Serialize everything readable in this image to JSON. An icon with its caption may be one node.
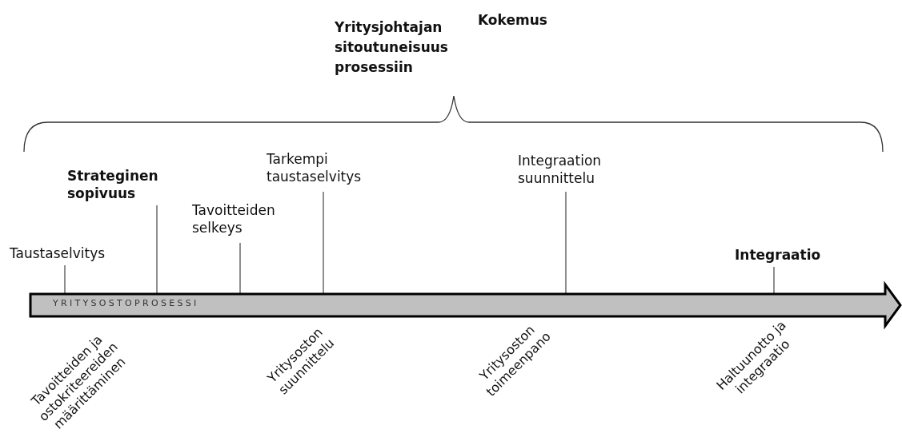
{
  "diagram": {
    "nodes": [
      {
        "text": [
          "YRITYSOSTOPROSESSI"
        ]
      },
      {
        "text": [
          "Taustaselvitys"
        ]
      },
      {
        "text": [
          "Strateginen sopivuus"
        ]
      },
      {
        "text": [
          "Tavoitteiden selkeys"
        ]
      },
      {
        "text": [
          "Tarkempi taustaselvitys"
        ]
      },
      {
        "text": [
          "Integraation suunnittelu"
        ]
      },
      {
        "text": [
          "Integraatio"
        ]
      }
    ],
    "edges": [
      {
        "from": 1,
        "to": 0,
        "arrow": "none"
      },
      {
        "from": 2,
        "to": 0,
        "arrow": "none"
      },
      {
        "from": 3,
        "to": 0,
        "arrow": "none"
      },
      {
        "from": 4,
        "to": 0,
        "arrow": "none"
      },
      {
        "from": 5,
        "to": 0,
        "arrow": "none"
      },
      {
        "from": 6,
        "to": 0,
        "arrow": "none"
      }
    ],
    "labels": [
      "Yritysjohtajan sitoutuneisuus prosessiin",
      "Kokemus",
      "Tavoitteiden ja ostokriteereiden määrittäminen",
      "Yritysoston suunnittelu",
      "Yritysoston toimeenpano",
      "Haltuunotto ja integraatio"
    ]
  }
}
